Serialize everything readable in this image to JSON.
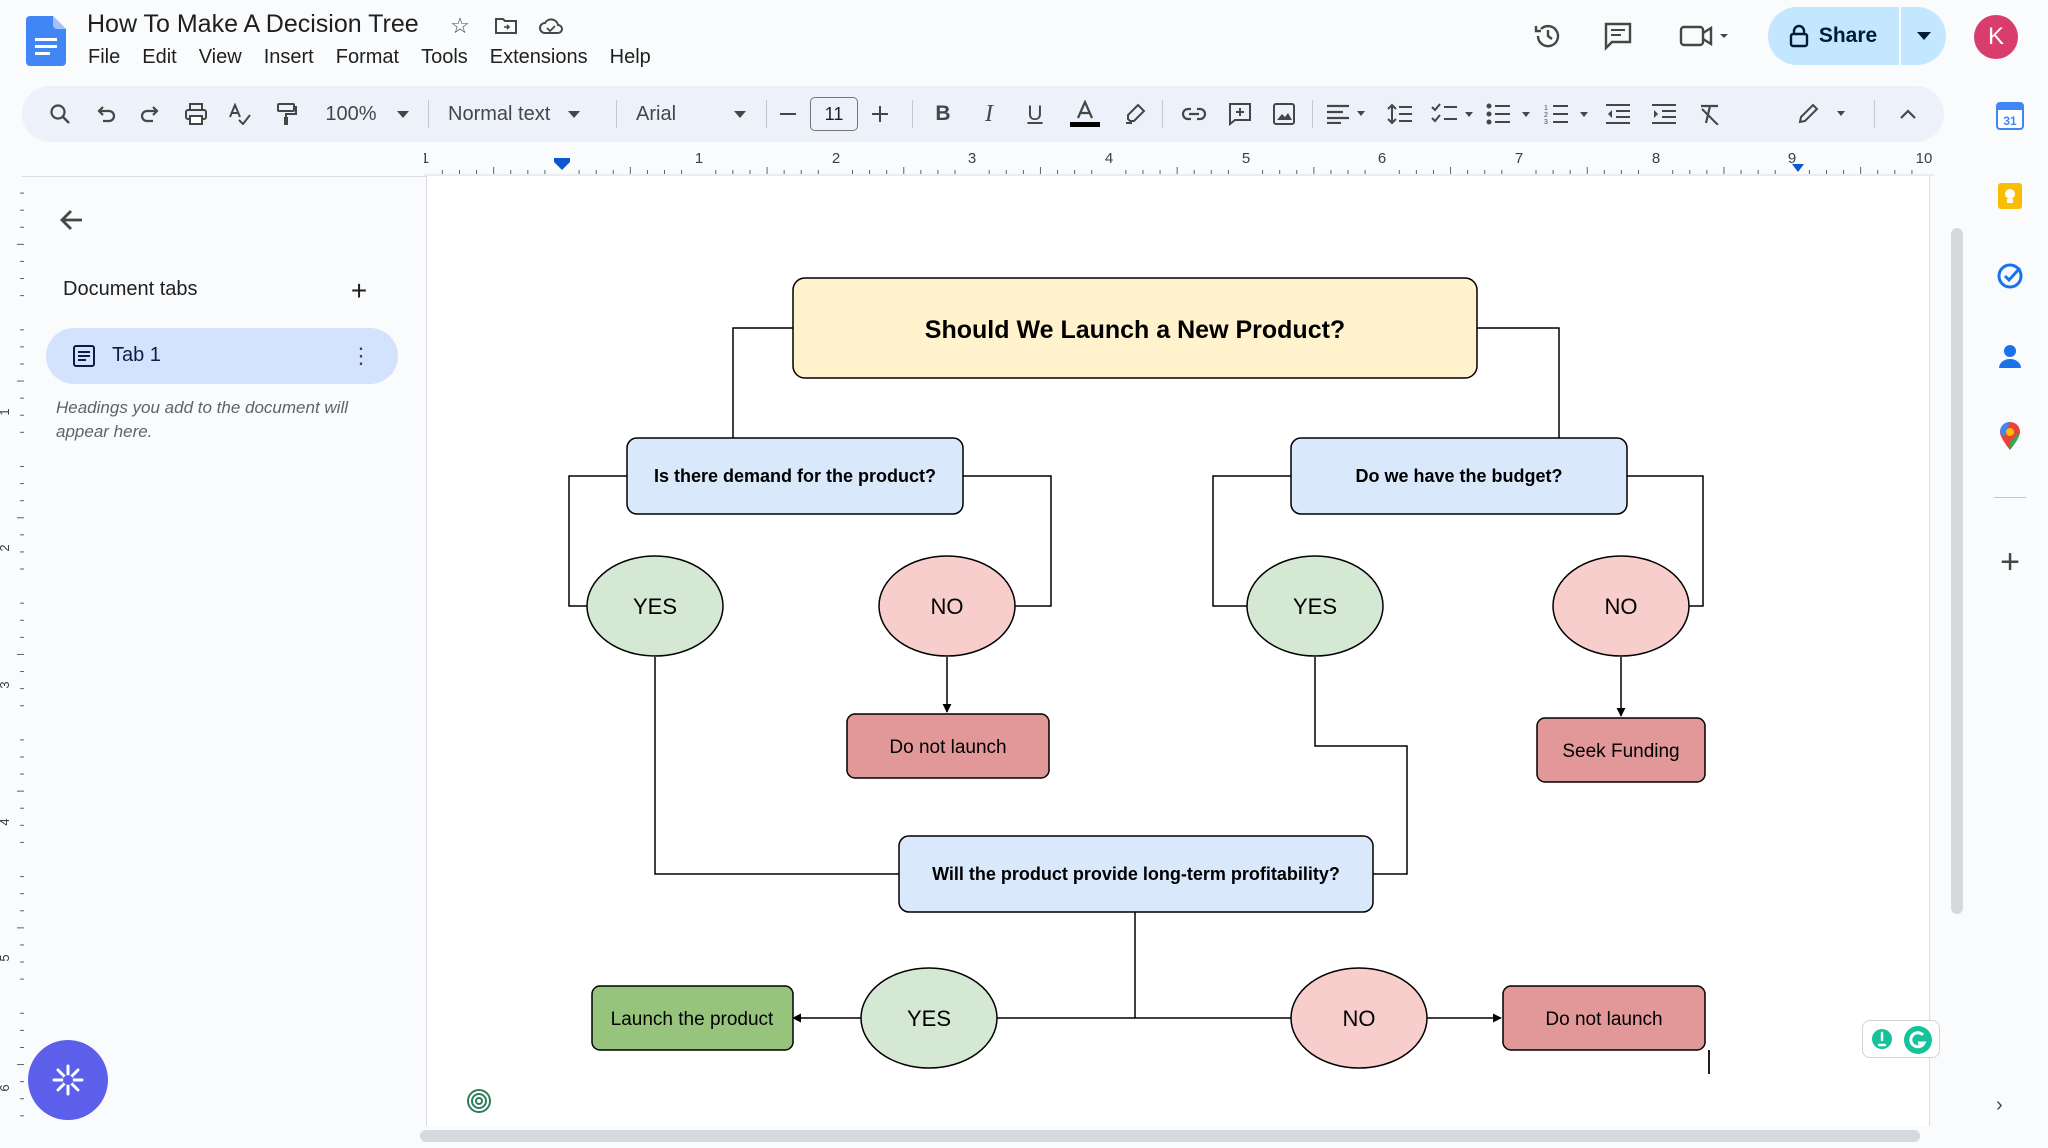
{
  "document": {
    "title": "How To Make A Decision Tree"
  },
  "menu": [
    "File",
    "Edit",
    "View",
    "Insert",
    "Format",
    "Tools",
    "Extensions",
    "Help"
  ],
  "share": {
    "label": "Share"
  },
  "account": {
    "initial": "K"
  },
  "toolbar": {
    "zoom": "100%",
    "style": "Normal text",
    "font": "Arial",
    "font_size": "11"
  },
  "ruler": {
    "labels": [
      "1",
      "1",
      "2",
      "3",
      "4",
      "5",
      "6",
      "7",
      "8",
      "9",
      "10"
    ],
    "vertical_labels": [
      "1",
      "2",
      "3",
      "4",
      "5",
      "6"
    ]
  },
  "sidebar": {
    "heading": "Document tabs",
    "tab": "Tab 1",
    "hint": "Headings you add to the document will appear here."
  },
  "diagram": {
    "root": "Should We Launch a New Product?",
    "q_demand": "Is there demand for the product?",
    "q_budget": "Do we have the budget?",
    "yes": "YES",
    "no": "NO",
    "do_not_launch": "Do not launch",
    "seek_funding": "Seek Funding",
    "q_profit": "Will the product provide long-term profitability?",
    "launch": "Launch the product"
  },
  "colors": {
    "root_fill": "#fff2cc",
    "question_fill": "#dae8fc",
    "yes_fill": "#d5e8d4",
    "no_fill": "#f8cecc",
    "negative_box": "#e29898",
    "launch_box": "#97c47c",
    "accent": "#0b57d0"
  }
}
